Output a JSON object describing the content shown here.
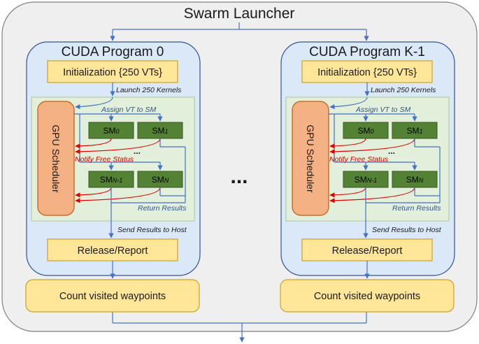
{
  "launcher": {
    "title": "Swarm Launcher"
  },
  "programs": [
    {
      "title": "CUDA Program 0",
      "init": "Initialization {250 VTs}",
      "launch": "Launch 250 Kernels",
      "assign": "Assign VT to SM",
      "scheduler": "GPU Scheduler",
      "sm0": {
        "base": "SM",
        "sub": "0"
      },
      "sm1": {
        "base": "SM",
        "sub": "1"
      },
      "smn1": {
        "base": "SM",
        "sub": "N-1"
      },
      "smn": {
        "base": "SM",
        "sub": "N"
      },
      "sm_dots": "...",
      "notify": "Notify Free Status",
      "return": "Return Results",
      "send": "Send Results to Host",
      "release": "Release/Report",
      "count": "Count visited waypoints"
    },
    {
      "title": "CUDA Program K-1",
      "init": "Initialization {250 VTs}",
      "launch": "Launch 250 Kernels",
      "assign": "Assign VT to SM",
      "scheduler": "GPU Scheduler",
      "sm0": {
        "base": "SM",
        "sub": "0"
      },
      "sm1": {
        "base": "SM",
        "sub": "1"
      },
      "smn1": {
        "base": "SM",
        "sub": "N-1"
      },
      "smn": {
        "base": "SM",
        "sub": "N"
      },
      "sm_dots": "...",
      "notify": "Notify Free Status",
      "return": "Return Results",
      "send": "Send Results to Host",
      "release": "Release/Report",
      "count": "Count visited waypoints"
    }
  ],
  "middle_dots": "...",
  "colors": {
    "outer_fill": "#efefef",
    "program_fill": "#dae8f8",
    "yellow_fill": "#ffe699",
    "yellow_stroke": "#c9a227",
    "green_area": "#e2efda",
    "sm_fill": "#548235",
    "scheduler_fill": "#f4b183",
    "blue_line": "#4472c4",
    "red_line": "#e00000"
  }
}
